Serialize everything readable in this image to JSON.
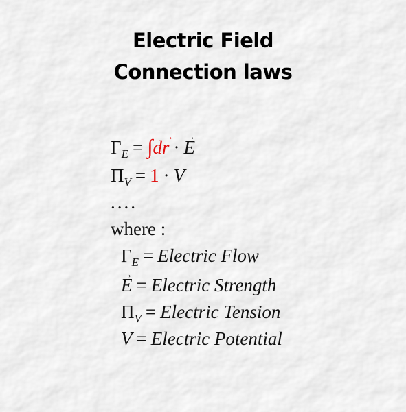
{
  "title": {
    "line1": "Electric Field",
    "line2": "Connection laws"
  },
  "equations": {
    "eq1": {
      "lhs": "Γ",
      "lhs_sub": "E",
      "eq": "=",
      "integral": "∫",
      "dr_d": "d",
      "dr_r": "r",
      "dot": "·",
      "rhs": "E"
    },
    "eq2": {
      "lhs": "Π",
      "lhs_sub": "V",
      "eq": "=",
      "coef": "1",
      "dot": "·",
      "rhs": "V"
    },
    "ellipsis": "....",
    "where": "where :"
  },
  "definitions": [
    {
      "sym": "Γ",
      "sub": "E",
      "eq": "=",
      "text": "Electric Flow"
    },
    {
      "sym": "E",
      "sub": "",
      "eq": "=",
      "text": "Electric Strength"
    },
    {
      "sym": "Π",
      "sub": "V",
      "eq": "=",
      "text": "Electric Tension"
    },
    {
      "sym": "V",
      "sub": "",
      "eq": "=",
      "text": "Electric Potential"
    }
  ],
  "colors": {
    "highlight": "#e01010",
    "text": "#111111"
  }
}
